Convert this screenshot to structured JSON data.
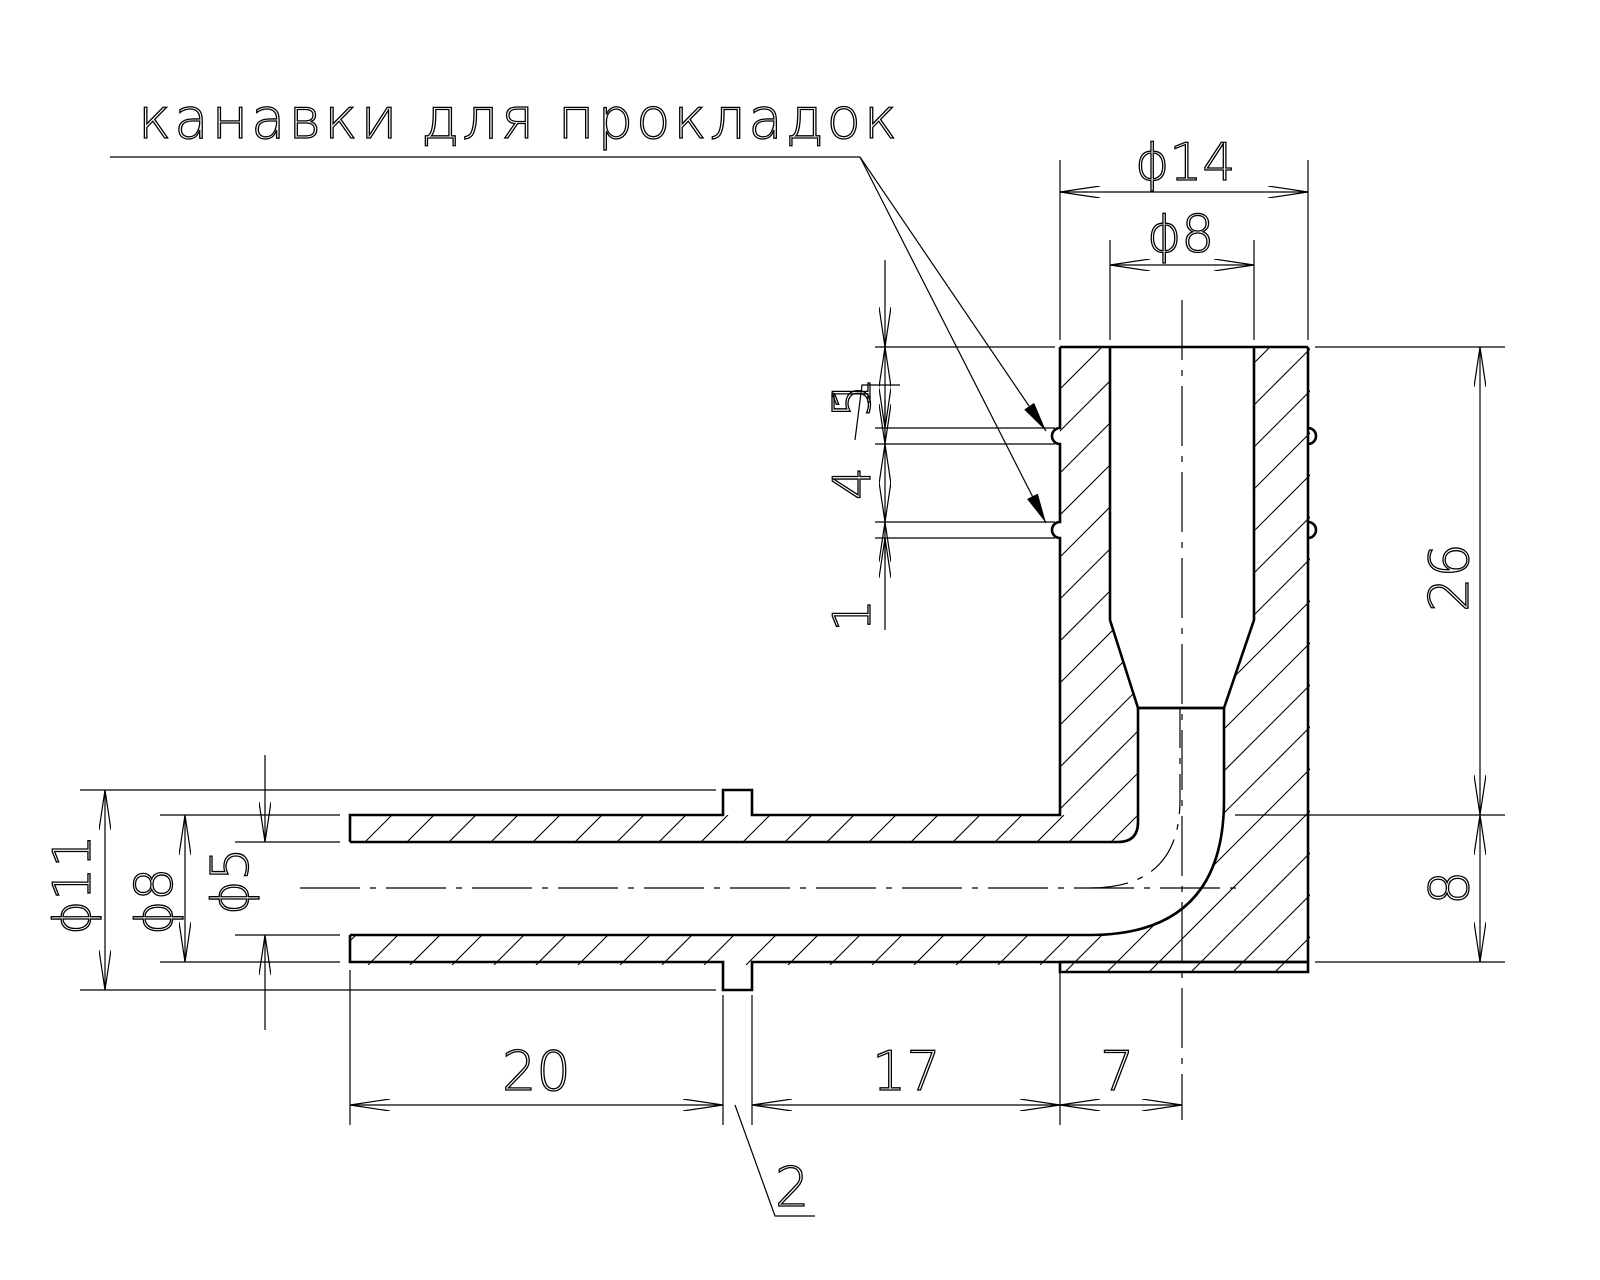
{
  "drawing": {
    "callout_text": "канавки для прокладок",
    "colors": {
      "line": "#000000",
      "background": "#ffffff"
    },
    "dimensions": {
      "outer_dia_vertical": "ϕ14",
      "inner_dia_vertical": "ϕ8",
      "groove_width_top": "1",
      "groove_offset_top": "5",
      "groove_spacing": "4",
      "groove_width_bottom": "1",
      "vertical_height": "26",
      "horizontal_height": "8",
      "outer_dia_flange": "ϕ11",
      "outer_dia_tube": "ϕ8",
      "inner_dia_tube": "ϕ5",
      "length_tube": "20",
      "length_mid": "17",
      "length_end": "7",
      "flange_width": "2"
    }
  }
}
